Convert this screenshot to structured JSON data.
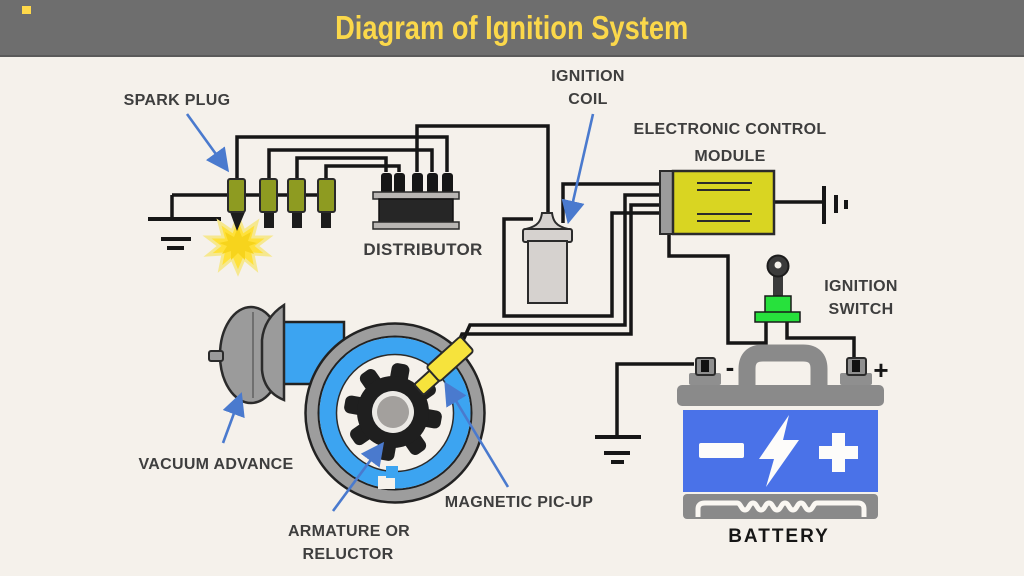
{
  "header": {
    "title": "Diagram of Ignition System"
  },
  "labels": {
    "spark_plug": "SPARK PLUG",
    "distributor": "DISTRIBUTOR",
    "ignition_coil": [
      "IGNITION",
      "COIL"
    ],
    "electronic_control_module": [
      "ELECTRONIC CONTROL",
      "MODULE"
    ],
    "ignition_switch": [
      "IGNITION",
      "SWITCH"
    ],
    "vacuum_advance": "VACUUM ADVANCE",
    "armature_or_reluctor": [
      "ARMATURE OR",
      "RELUCTOR"
    ],
    "magnetic_pickup": "MAGNETIC PIC-UP",
    "battery": "BATTERY"
  },
  "battery": {
    "terminal_negative": "-",
    "terminal_positive": "+"
  },
  "colors": {
    "header_bg": "#6e6e6e",
    "title_yellow": "#fbd84a",
    "background": "#f5f1eb",
    "wire_black": "#161616",
    "spark_plug_olive": "#8e9b21",
    "spark_yellow": "#ffe13a",
    "ecm_yellow": "#d9d522",
    "distributor_blue": "#3ca4f1",
    "battery_blue": "#4a72e8",
    "switch_green": "#27e13c",
    "pickup_yellow": "#f6e33c",
    "metal_gray": "#9a9a9a",
    "arrow_blue": "#4a7ace",
    "label_gray": "#3e3e3e"
  }
}
